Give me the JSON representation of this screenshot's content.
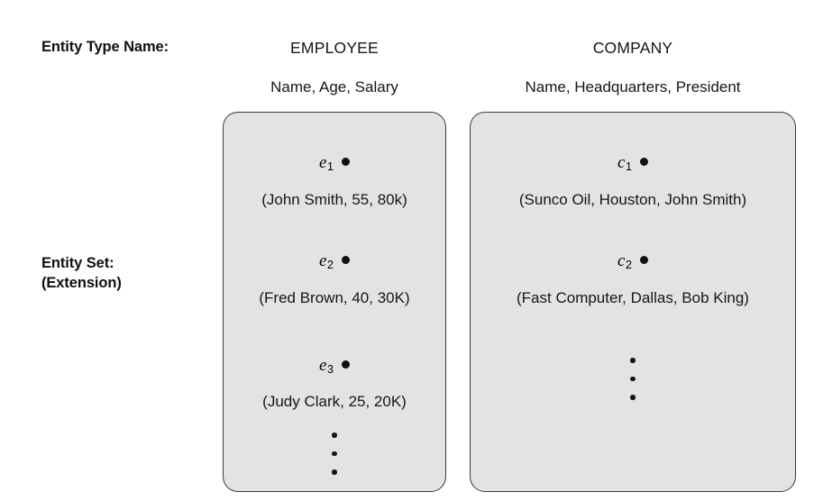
{
  "diagram": {
    "row_labels": {
      "entity_type_name": "Entity Type Name:",
      "entity_set": "Entity Set:\n(Extension)"
    },
    "columns": [
      {
        "key": "employee",
        "title": "EMPLOYEE",
        "attributes": "Name, Age, Salary",
        "entities": [
          {
            "symbol": "e",
            "index": "1",
            "value": "(John Smith, 55, 80k)"
          },
          {
            "symbol": "e",
            "index": "2",
            "value": "(Fred Brown, 40, 30K)"
          },
          {
            "symbol": "e",
            "index": "3",
            "value": "(Judy Clark, 25, 20K)"
          }
        ],
        "ellipsis": "⋮"
      },
      {
        "key": "company",
        "title": "COMPANY",
        "attributes": "Name, Headquarters, President",
        "entities": [
          {
            "symbol": "c",
            "index": "1",
            "value": "(Sunco Oil, Houston, John Smith)"
          },
          {
            "symbol": "c",
            "index": "2",
            "value": "(Fast Computer, Dallas, Bob King)"
          }
        ],
        "ellipsis": "⋮"
      }
    ],
    "colors": {
      "box_fill": "#e3e3e2",
      "box_border": "#3a3a3a",
      "text": "#161616",
      "page_background": "#ffffff"
    }
  }
}
